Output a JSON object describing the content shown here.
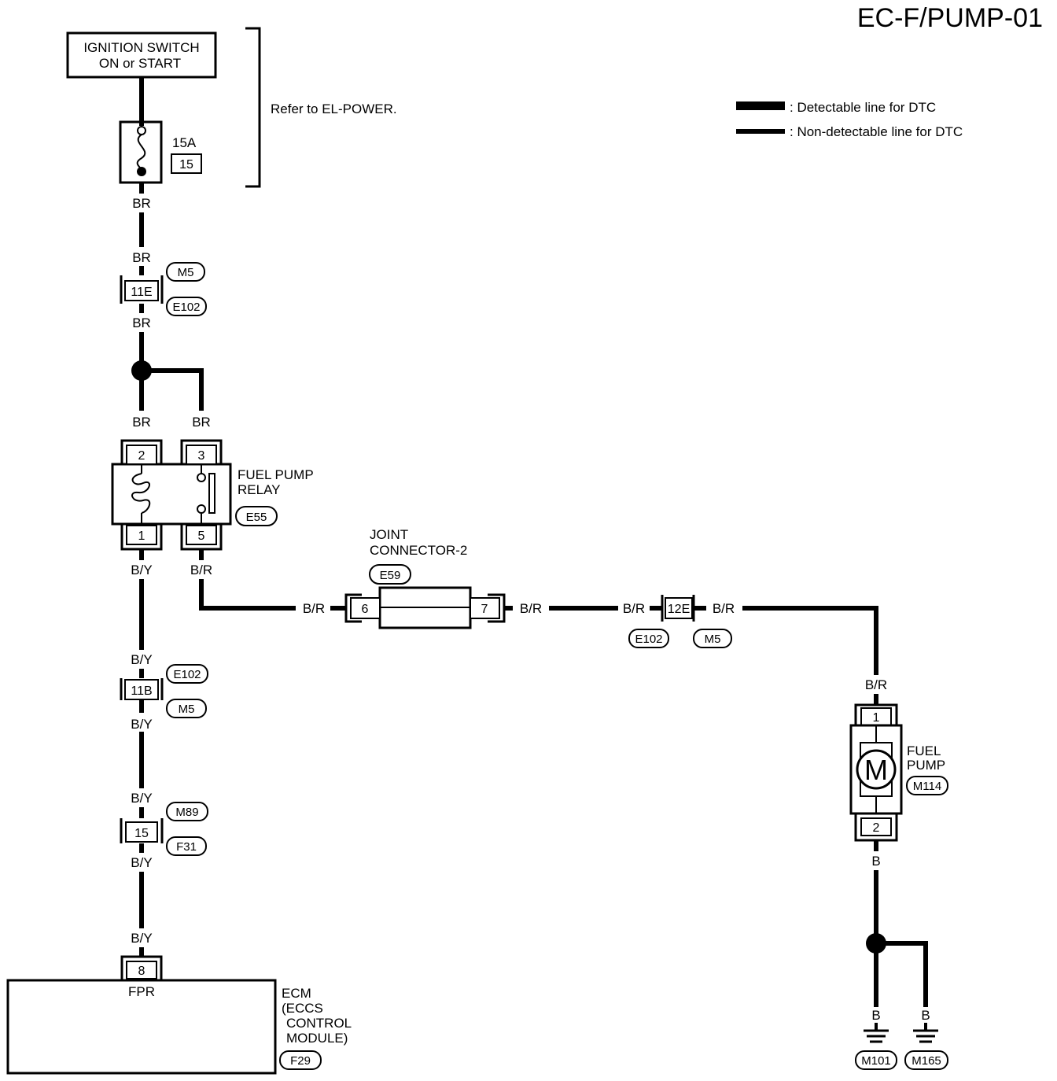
{
  "title": "EC-F/PUMP-01",
  "legend": {
    "detectable": ": Detectable line for DTC",
    "non_detectable": ": Non-detectable line for DTC"
  },
  "ignition": {
    "line1": "IGNITION SWITCH",
    "line2": "ON or START",
    "refer": "Refer to EL-POWER."
  },
  "fuse": {
    "rating": "15A",
    "number": "15"
  },
  "wire_colors": {
    "br": "BR",
    "by": "B/Y",
    "bred": "B/R",
    "b": "B"
  },
  "joint_11e": {
    "pin": "11E",
    "conn_top": "M5",
    "conn_bottom": "E102"
  },
  "relay": {
    "line1": "FUEL PUMP",
    "line2": "RELAY",
    "connector": "E55",
    "pins": [
      "2",
      "3",
      "1",
      "5"
    ]
  },
  "joint_connector": {
    "line1": "JOINT",
    "line2": "CONNECTOR-2",
    "connector": "E59",
    "pin_left": "6",
    "pin_right": "7"
  },
  "joint_12e": {
    "pin": "12E",
    "conn_left": "E102",
    "conn_right": "M5"
  },
  "joint_11b": {
    "pin": "11B",
    "conn_top": "E102",
    "conn_bottom": "M5"
  },
  "joint_15": {
    "pin": "15",
    "conn_top": "M89",
    "conn_bottom": "F31"
  },
  "fuel_pump": {
    "line1": "FUEL",
    "line2": "PUMP",
    "connector": "M114",
    "motor": "M",
    "pin_top": "1",
    "pin_bottom": "2"
  },
  "ecm": {
    "pin": "8",
    "terminal": "FPR",
    "line1": "ECM",
    "line2": "(ECCS",
    "line3": "CONTROL",
    "line4": "MODULE)",
    "connector": "F29"
  },
  "grounds": [
    "M101",
    "M165"
  ]
}
